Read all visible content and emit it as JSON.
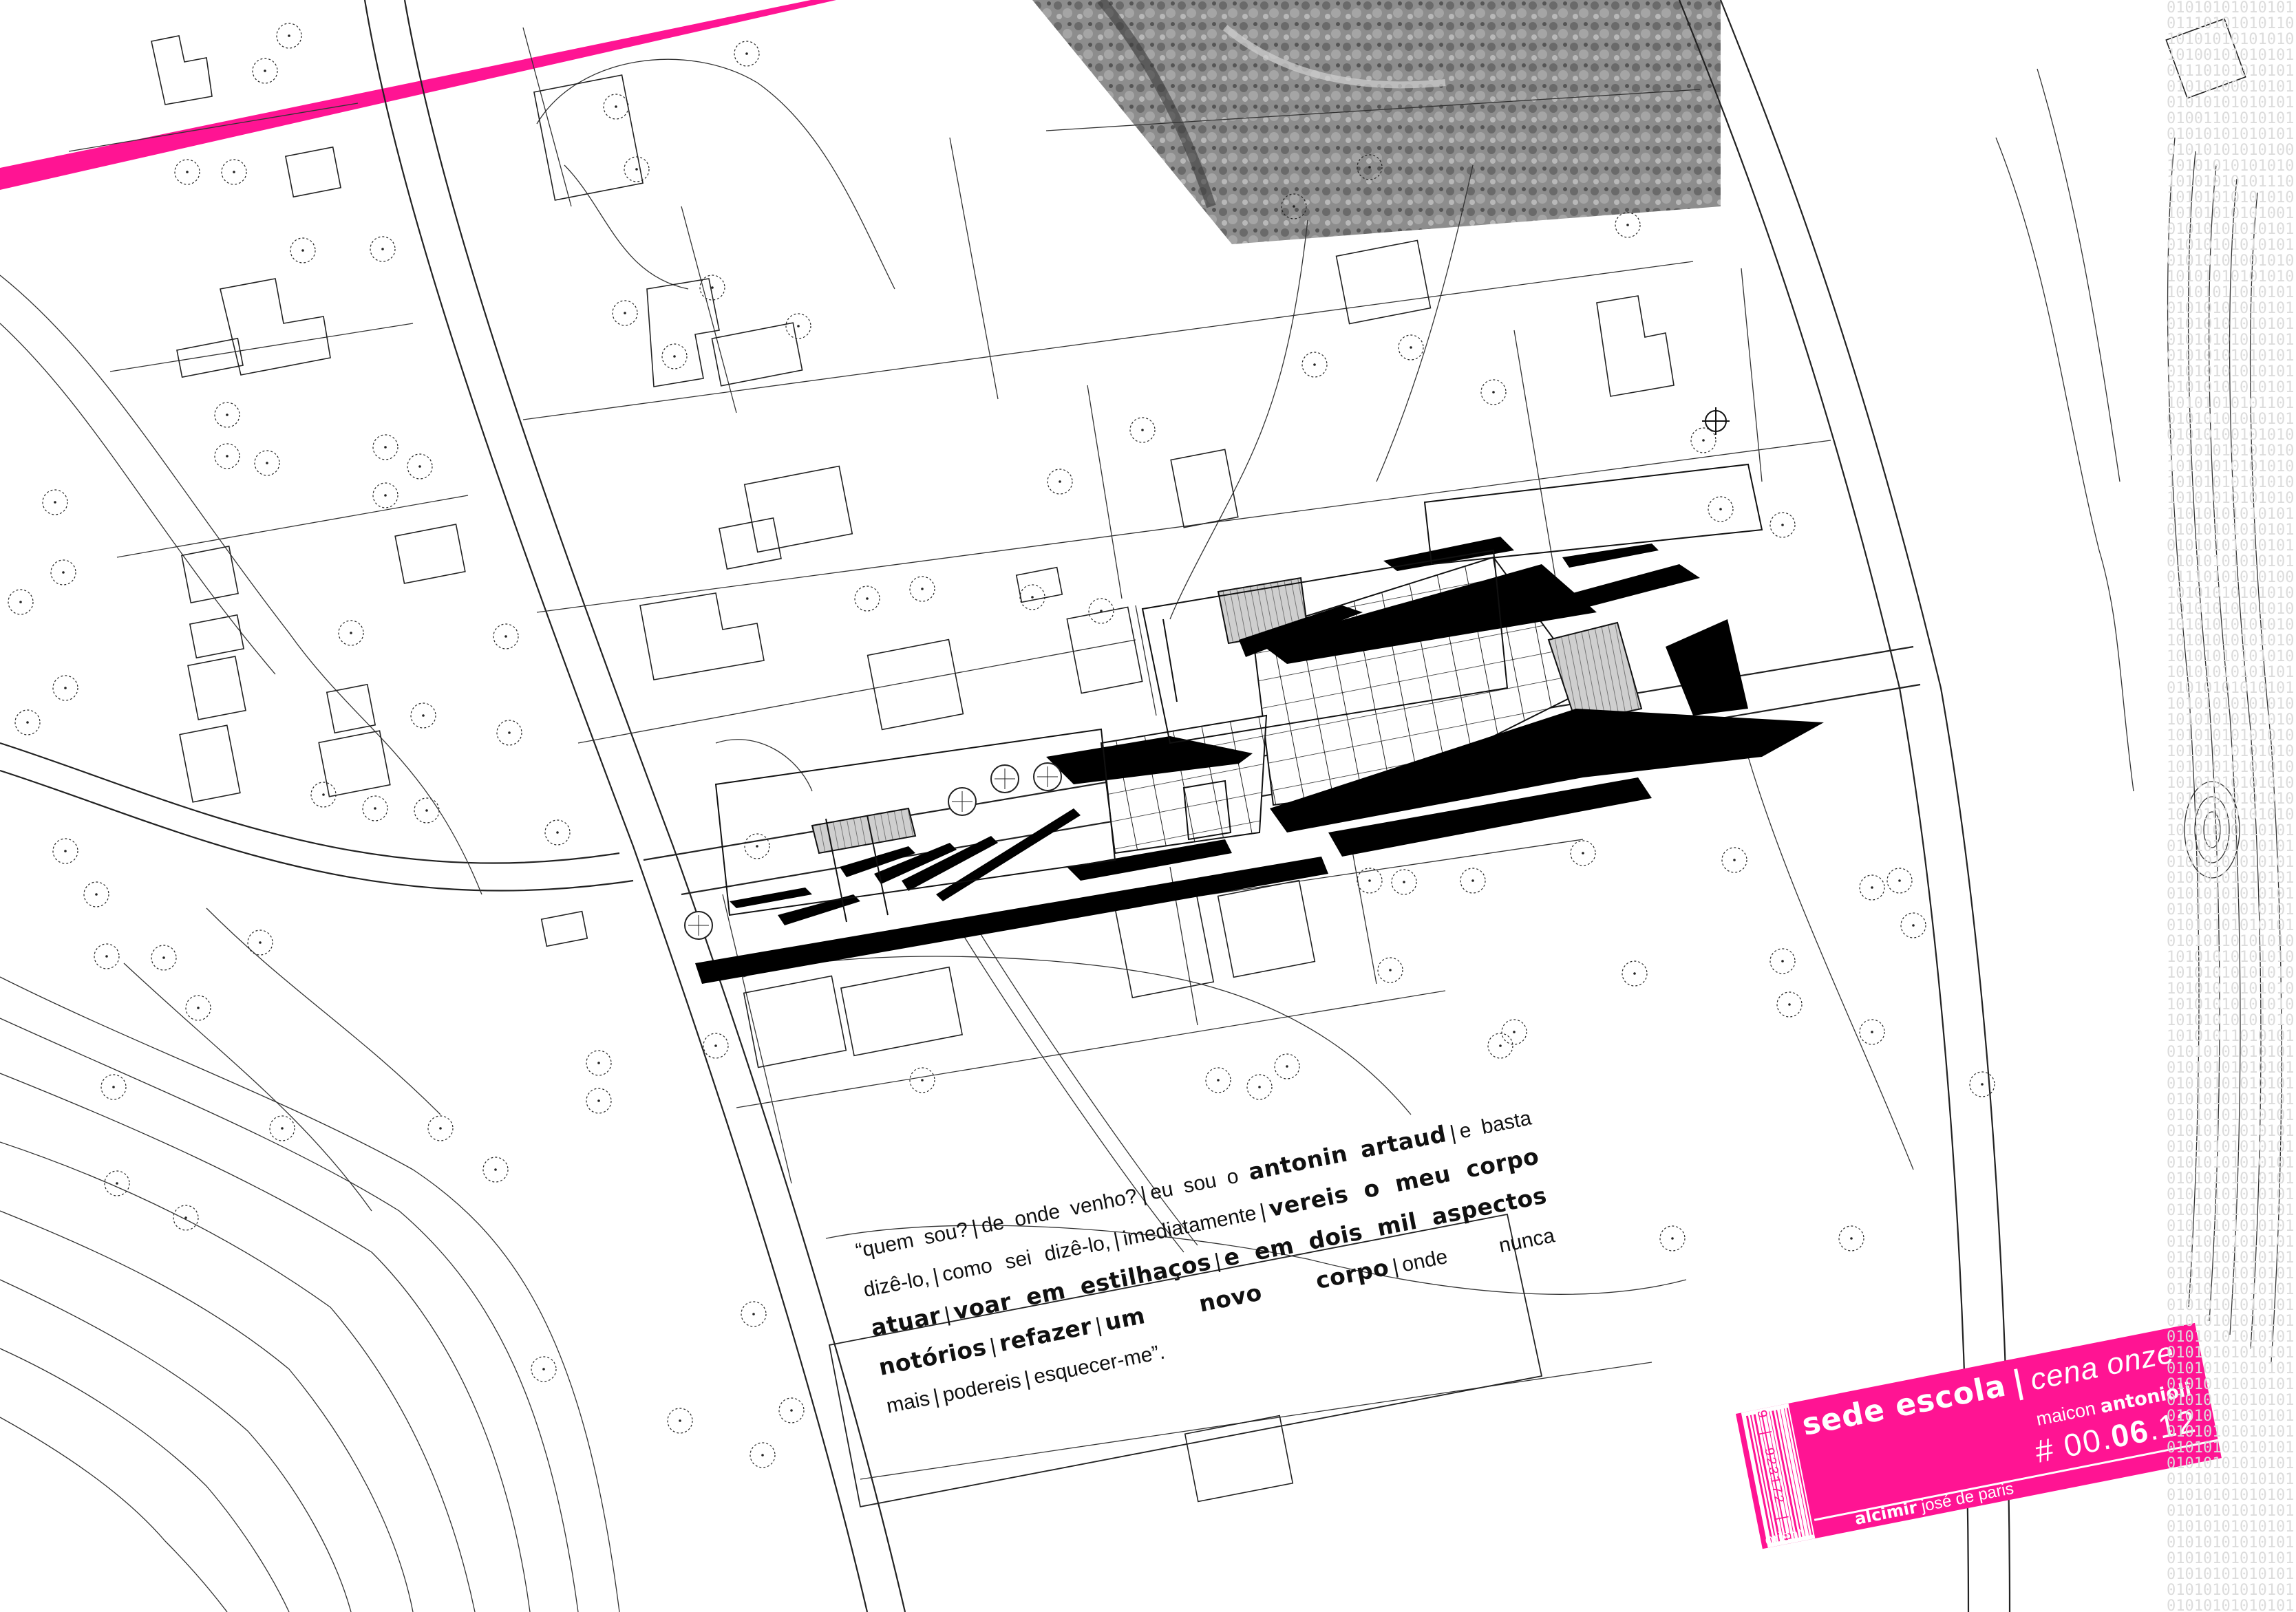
{
  "quote": {
    "open": "“quem sou?",
    "p1": "de onde venho?",
    "p2": "eu sou o",
    "name": "antonin artaud",
    "p3": "e basta dizê-lo,",
    "p4": "como sei dizê-lo,",
    "p5": "imediatamente",
    "b1": "vereis o meu corpo atuar",
    "b2": "voar em estilhaços",
    "b3": "e em dois mil aspectos notórios",
    "b4": "refazer",
    "b5": "um novo corpo",
    "p6": "onde nunca mais",
    "p7": "podereis",
    "close": "esquecer-me”."
  },
  "card": {
    "title": "sede escola",
    "scene": "cena onze",
    "author_first": "maicon",
    "author_last": "antonioli",
    "code_prefix": "# 00.",
    "code_bold": "06",
    "code_suffix": ".12",
    "orient_label": "orient.",
    "advisor_first": "alcimir",
    "advisor_rest": "josé de paris",
    "barcode_number": "9 | 923172 | 0",
    "accent_color": "#ff1493"
  },
  "binary_strip": "010101010101010111010101011010101010101010101001010101010111010101010101010100010101010101010101010100110101010101010101010101010101010101001010101010101010101010101110101010101010101010101010100101010101010101010101010101010101010100101010101010101010101010110101010101010101010101010101010101010101010101010101010101010101010101010101010101010101011010101010110101010101010101010101001010101010101010101010101010101010101010101010101010101010101011010101010101010101010101010101010101010101010101010101011101010101001010101010101010101010101010101010101010101010101010101010101010101010101010101011010101010101010110101010101010101010101010101010101010101010101010101010101010101010101010101010101010101010101010101010101010101010101011010101010101010101010101010101010101010101010101010101010101010101010101010101010101010101010110101010101010101010101010101010101010101010101010101010101010101010101010101010101011010101010101010101010101010101010101010101010101010101010101010101010101010101010101010101010101010101010101010101010101010101010101010101010101010101010101010101010101010101010101010101010101010101010101010101010101010101010101010101010101010101010101010101010101010101010101010101010101010101010101010101010101010101010101010101010101010101010101010101010101010101010101010101010101010101010101010101010101010101010101010101010101010101010101010101010101010101010101010101010101010101010101010101010101010101010101010"
}
